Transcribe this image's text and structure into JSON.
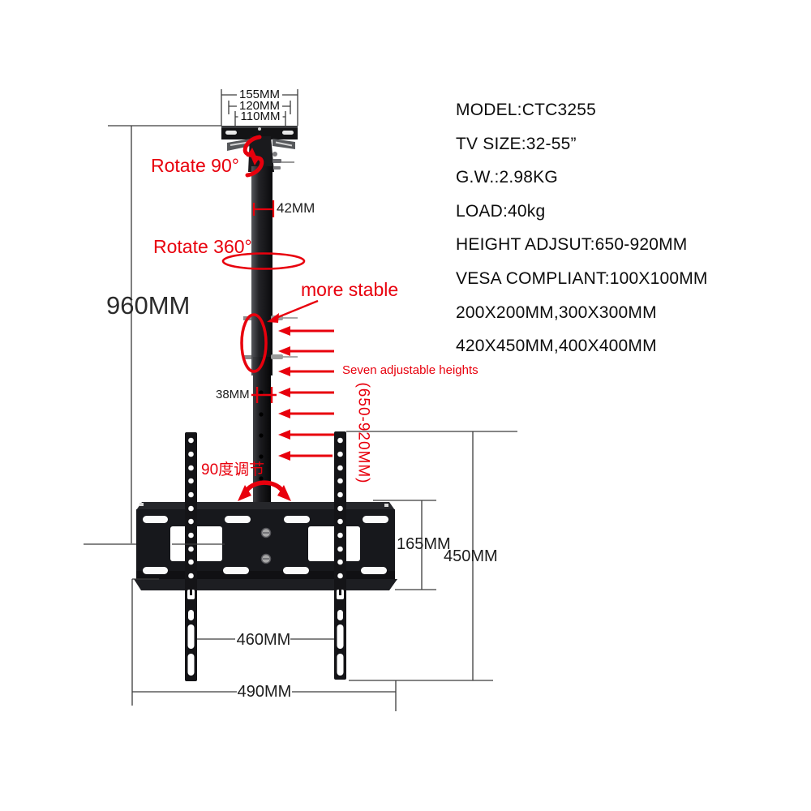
{
  "specs": {
    "model": "MODEL:CTC3255",
    "tv_size": "TV SIZE:32-55”",
    "gross_weight": "G.W.:2.98KG",
    "load": "LOAD:40kg",
    "height_adjust": "HEIGHT ADJSUT:650-920MM",
    "vesa_line1": "VESA COMPLIANT:100X100MM",
    "vesa_line2": "200X200MM,300X300MM",
    "vesa_line3": "420X450MM,400X400MM"
  },
  "dimensions": {
    "ceiling_plate_outer": "155MM",
    "ceiling_plate_mid": "120MM",
    "ceiling_plate_inner": "110MM",
    "pole_width": "42MM",
    "overall_height": "960MM",
    "hole_spacing": "38MM",
    "height_range": "(650-920MM)",
    "plate_height": "165MM",
    "bracket_height": "450MM",
    "rail_spacing": "460MM",
    "overall_width": "490MM"
  },
  "annotations": {
    "rotate_90": "Rotate 90°",
    "rotate_360": "Rotate 360°",
    "more_stable": "more stable",
    "seven_heights": "Seven adjustable heights",
    "tilt_adjust": "90度调节"
  },
  "colors": {
    "annotation_red": "#e8000d",
    "dimension_line": "#3c3c3c",
    "bracket_black": "#17181c"
  }
}
